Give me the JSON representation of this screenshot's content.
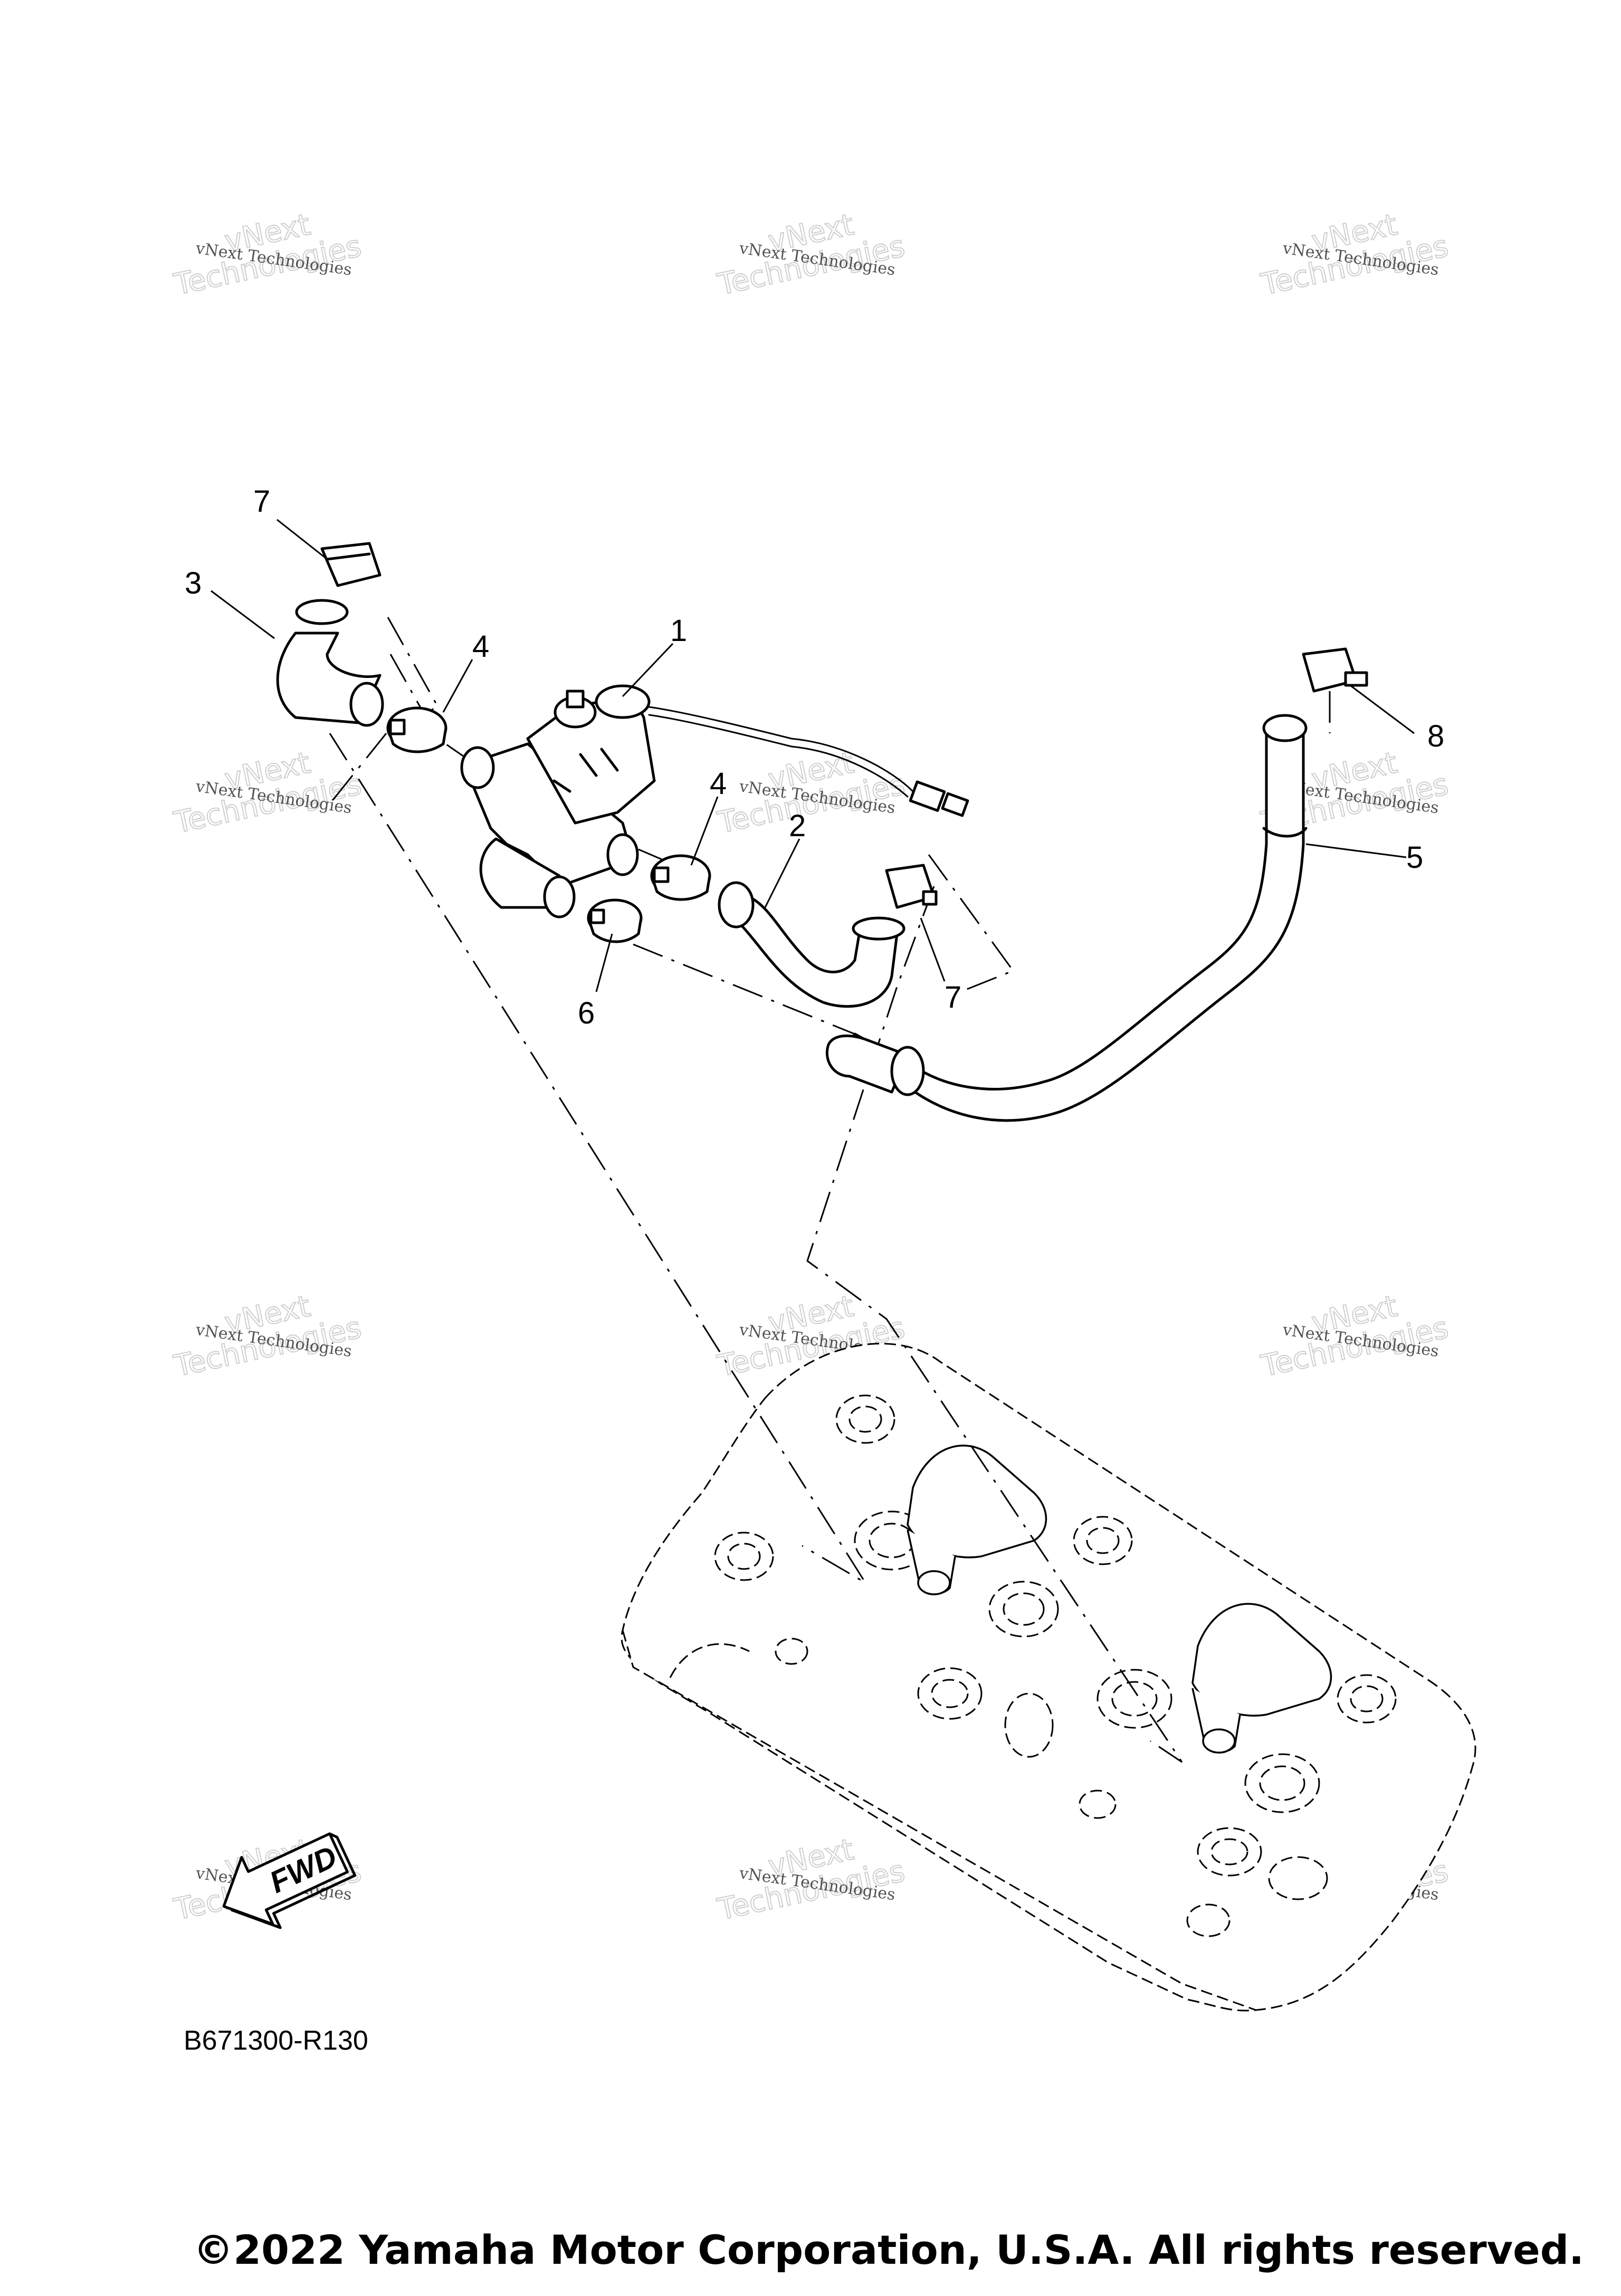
{
  "diagram": {
    "code": "B671300-R130",
    "fwd_label": "FWD",
    "copyright": "©2022 Yamaha Motor Corporation, U.S.A. All rights reserved.",
    "callouts": [
      "1",
      "2",
      "3",
      "4",
      "4",
      "5",
      "6",
      "7",
      "7",
      "8"
    ],
    "watermark": {
      "line1": "vNext Technologies",
      "line2": "vNext",
      "line3": "Technologies"
    }
  }
}
